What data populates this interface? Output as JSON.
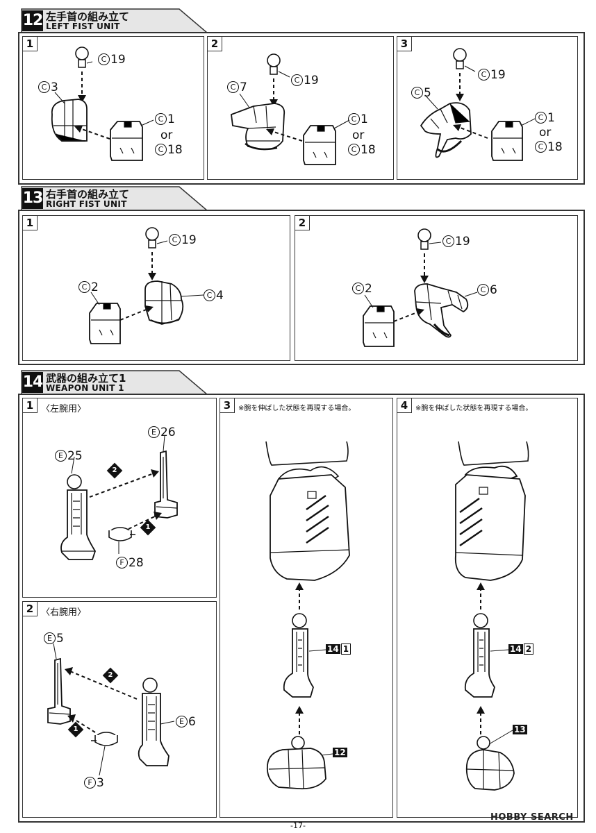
{
  "sections": {
    "s12": {
      "step": "12",
      "title_jp": "左手首の組み立て",
      "title_en": "LEFT FIST UNIT",
      "panels": [
        {
          "num": "1",
          "top": "19",
          "side": "3",
          "alt1": "1",
          "or": "or",
          "alt2": "18"
        },
        {
          "num": "2",
          "top": "19",
          "side": "7",
          "alt1": "1",
          "or": "or",
          "alt2": "18"
        },
        {
          "num": "3",
          "top": "19",
          "side": "5",
          "alt1": "1",
          "or": "or",
          "alt2": "18"
        }
      ]
    },
    "s13": {
      "step": "13",
      "title_jp": "右手首の組み立て",
      "title_en": "RIGHT FIST UNIT",
      "panels": [
        {
          "num": "1",
          "top": "19",
          "left": "2",
          "right": "4"
        },
        {
          "num": "2",
          "top": "19",
          "left": "2",
          "right": "6"
        }
      ]
    },
    "s14": {
      "step": "14",
      "title_jp": "武器の組み立て1",
      "title_en": "WEAPON UNIT 1",
      "panels": [
        {
          "num": "1",
          "sub": "〈左腕用〉",
          "a": "25",
          "b": "26",
          "c": "28",
          "m1": "1",
          "m2": "2"
        },
        {
          "num": "2",
          "sub": "〈右腕用〉",
          "a": "5",
          "b": "6",
          "c": "3",
          "m1": "1",
          "m2": "2"
        },
        {
          "num": "3",
          "note": "※腕を伸ばした状態を再現する場合。",
          "ref_a": "14",
          "ref_b": "1",
          "ref_c": "12"
        },
        {
          "num": "4",
          "note": "※腕を伸ばした状態を再現する場合。",
          "ref_a": "14",
          "ref_b": "2",
          "ref_c": "13"
        }
      ]
    }
  },
  "runners": {
    "C": "C",
    "E": "E",
    "F": "F"
  },
  "footer": {
    "page_number": "-17-",
    "watermark": "HOBBY SEARCH"
  }
}
